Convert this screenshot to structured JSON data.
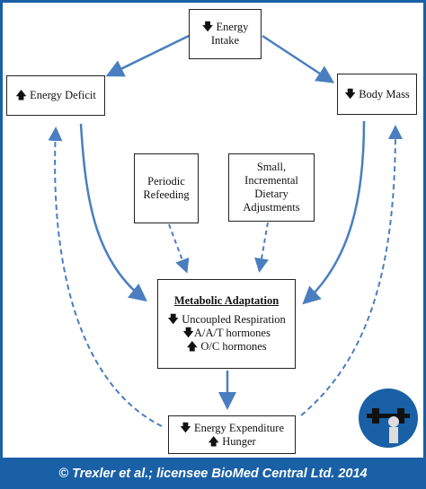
{
  "colors": {
    "border": "#1a60a6",
    "arrow": "#4a7ec0",
    "footer_bg": "#1a60a6"
  },
  "nodes": {
    "energy_intake": {
      "lines": [
        "Energy",
        "Intake"
      ]
    },
    "energy_deficit": {
      "lines": [
        "Energy Deficit"
      ]
    },
    "body_mass": {
      "lines": [
        "Body Mass"
      ]
    },
    "periodic_refeeding": {
      "lines": [
        "Periodic",
        "Refeeding"
      ]
    },
    "small_incremental": {
      "lines": [
        "Small,",
        "Incremental",
        "Dietary",
        "Adjustments"
      ]
    },
    "metabolic_adaptation": {
      "title": "Metabolic Adaptation",
      "lines": [
        "Uncoupled Respiration",
        "A/A/T hormones",
        "O/C hormones"
      ]
    },
    "energy_expenditure": {
      "lines": [
        "Energy Expenditure",
        "Hunger"
      ]
    }
  },
  "footer": {
    "text": "© Trexler et al.; licensee BioMed Central Ltd. 2014"
  }
}
